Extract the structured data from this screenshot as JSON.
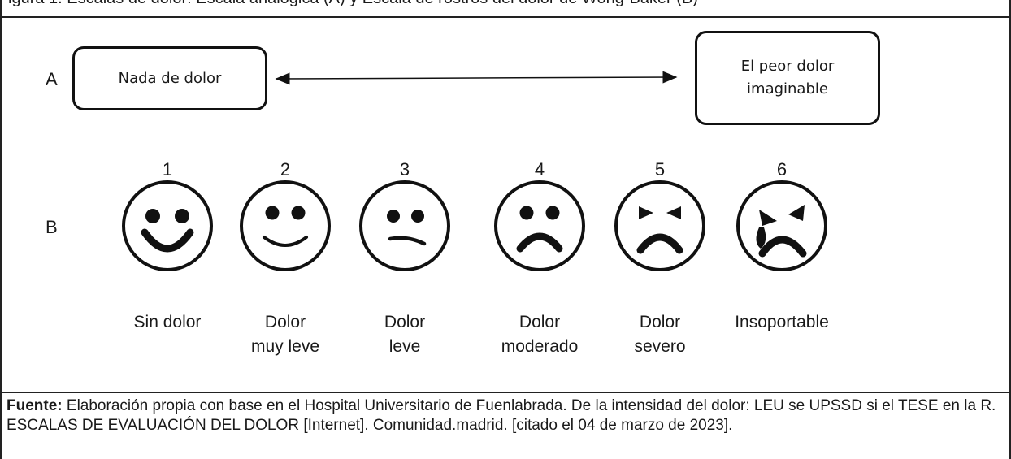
{
  "caption_cut": "igura 1. Escalas de dolor: Escala analógica (A) y Escala de rostros del dolor de Wong-Baker (B)",
  "row_a": {
    "label": "A",
    "left_box": "Nada de dolor",
    "right_box": [
      "El peor dolor",
      "imaginable"
    ]
  },
  "row_b": {
    "label": "B",
    "faces": [
      {
        "number": "1",
        "caption": [
          "Sin dolor"
        ],
        "icon": "smiling-face-icon"
      },
      {
        "number": "2",
        "caption": [
          "Dolor",
          "muy leve"
        ],
        "icon": "slight-smile-face-icon"
      },
      {
        "number": "3",
        "caption": [
          "Dolor",
          "leve"
        ],
        "icon": "neutral-face-icon"
      },
      {
        "number": "4",
        "caption": [
          "Dolor",
          "moderado"
        ],
        "icon": "frowning-face-icon"
      },
      {
        "number": "5",
        "caption": [
          "Dolor",
          "severo"
        ],
        "icon": "grimacing-face-icon"
      },
      {
        "number": "6",
        "caption": [
          "Insoportable"
        ],
        "icon": "crying-face-icon"
      }
    ]
  },
  "source": {
    "label": "Fuente:",
    "text": "Elaboración propia con base en el Hospital Universitario de Fuenlabrada. De la intensidad del dolor: LEU se UPSSD si el TESE en la R. ESCALAS DE EVALUACIÓN DEL DOLOR [Internet]. Comunidad.madrid. [citado el 04 de marzo de 2023]."
  }
}
